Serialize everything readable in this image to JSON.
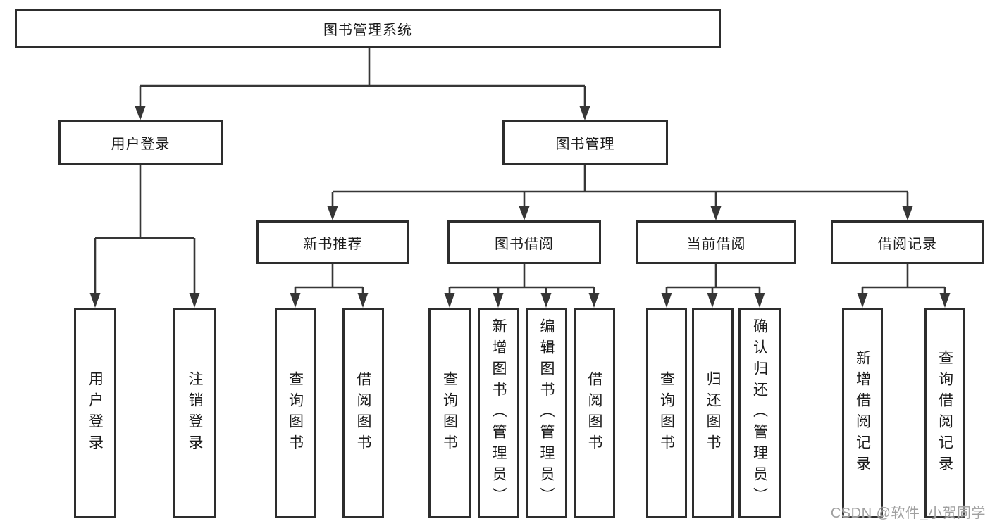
{
  "diagram": {
    "title": "图书管理系统",
    "watermark": "CSDN @软件_小贺同学",
    "colors": {
      "box_border": "#2d2d2d",
      "connector_line": "#363636",
      "text": "#1b1b1b",
      "watermark_text": "#a0a0a0",
      "background": "#ffffff"
    },
    "tree": {
      "label": "图书管理系统",
      "children": [
        {
          "label": "用户登录",
          "children": [
            {
              "label": "用户登录"
            },
            {
              "label": "注销登录"
            }
          ]
        },
        {
          "label": "图书管理",
          "children": [
            {
              "label": "新书推荐",
              "children": [
                {
                  "label": "查询图书"
                },
                {
                  "label": "借阅图书"
                }
              ]
            },
            {
              "label": "图书借阅",
              "children": [
                {
                  "label": "查询图书"
                },
                {
                  "label": "新增图书（管理员）"
                },
                {
                  "label": "编辑图书（管理员）"
                },
                {
                  "label": "借阅图书"
                }
              ]
            },
            {
              "label": "当前借阅",
              "children": [
                {
                  "label": "查询图书"
                },
                {
                  "label": "归还图书"
                },
                {
                  "label": "确认归还（管理员）"
                }
              ]
            },
            {
              "label": "借阅记录",
              "children": [
                {
                  "label": "新增借阅记录"
                },
                {
                  "label": "查询借阅记录"
                }
              ]
            }
          ]
        }
      ]
    }
  }
}
